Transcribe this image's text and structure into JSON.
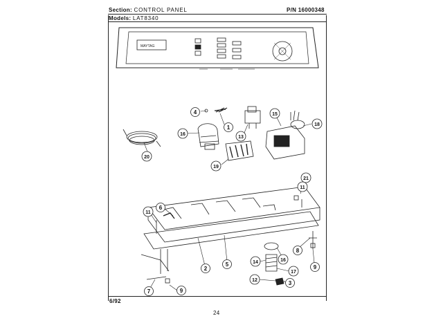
{
  "header": {
    "section_label": "Section:",
    "section_value": "CONTROL PANEL",
    "pn_label": "P/N",
    "pn_value": "16000348",
    "models_label": "Models:",
    "models_value": "LAT8340"
  },
  "footer": {
    "date": "6/92",
    "page_number": "24"
  },
  "callouts": {
    "c1": "1",
    "c2": "2",
    "c3": "3",
    "c4": "4",
    "c5": "5",
    "c6": "6",
    "c7": "7",
    "c8": "8",
    "c9": "9",
    "c9b": "9",
    "c11": "11",
    "c11b": "11",
    "c12": "12",
    "c13": "13",
    "c14": "14",
    "c15": "15",
    "c16": "16",
    "c17": "17",
    "c18": "18",
    "c19": "19",
    "c20": "20",
    "c21": "21"
  }
}
